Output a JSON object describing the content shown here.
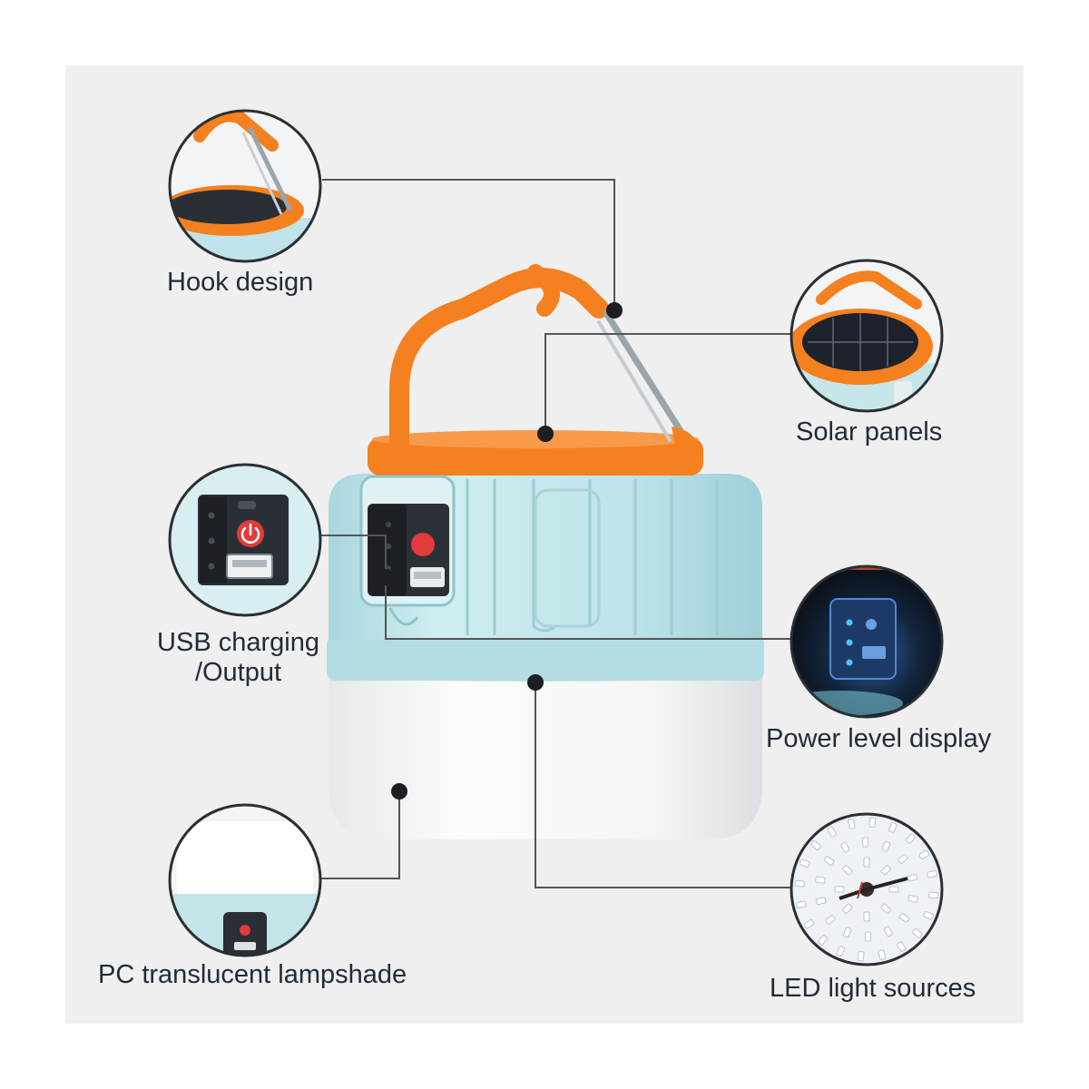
{
  "features": {
    "hook": {
      "label": "Hook design"
    },
    "solar": {
      "label": "Solar panels"
    },
    "usb": {
      "label_line1": "USB charging",
      "label_line2": "/Output"
    },
    "power": {
      "label": "Power level display"
    },
    "lampshade": {
      "label": "PC translucent lampshade"
    },
    "led": {
      "label": "LED light sources"
    }
  },
  "colors": {
    "background": "#efefef",
    "accent_orange": "#f4801f",
    "body_blue": "#bfe3e8",
    "lampshade_white": "#f7f8f9",
    "label_text": "#222b38",
    "leader_line": "#555555"
  },
  "icons": {
    "power_button": "power-icon",
    "usb_port": "usb-port-icon",
    "micro_usb": "micro-usb-icon"
  }
}
